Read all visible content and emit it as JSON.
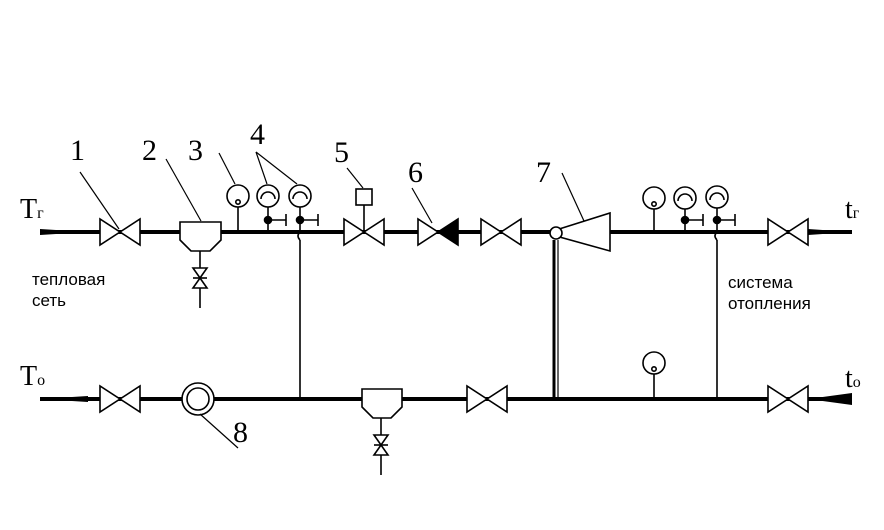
{
  "callouts": [
    "1",
    "2",
    "3",
    "4",
    "5",
    "6",
    "7",
    "8"
  ],
  "supply_in": {
    "base": "T",
    "sub": "г"
  },
  "return_out": {
    "base": "T",
    "sub": "о"
  },
  "supply_out": {
    "base": "t",
    "sub": "г"
  },
  "return_in": {
    "base": "t",
    "sub": "о"
  },
  "heat_network_label": {
    "line1": "тепловая",
    "line2": "сеть"
  },
  "heating_system_label": {
    "line1": "система",
    "line2": "отопления"
  }
}
